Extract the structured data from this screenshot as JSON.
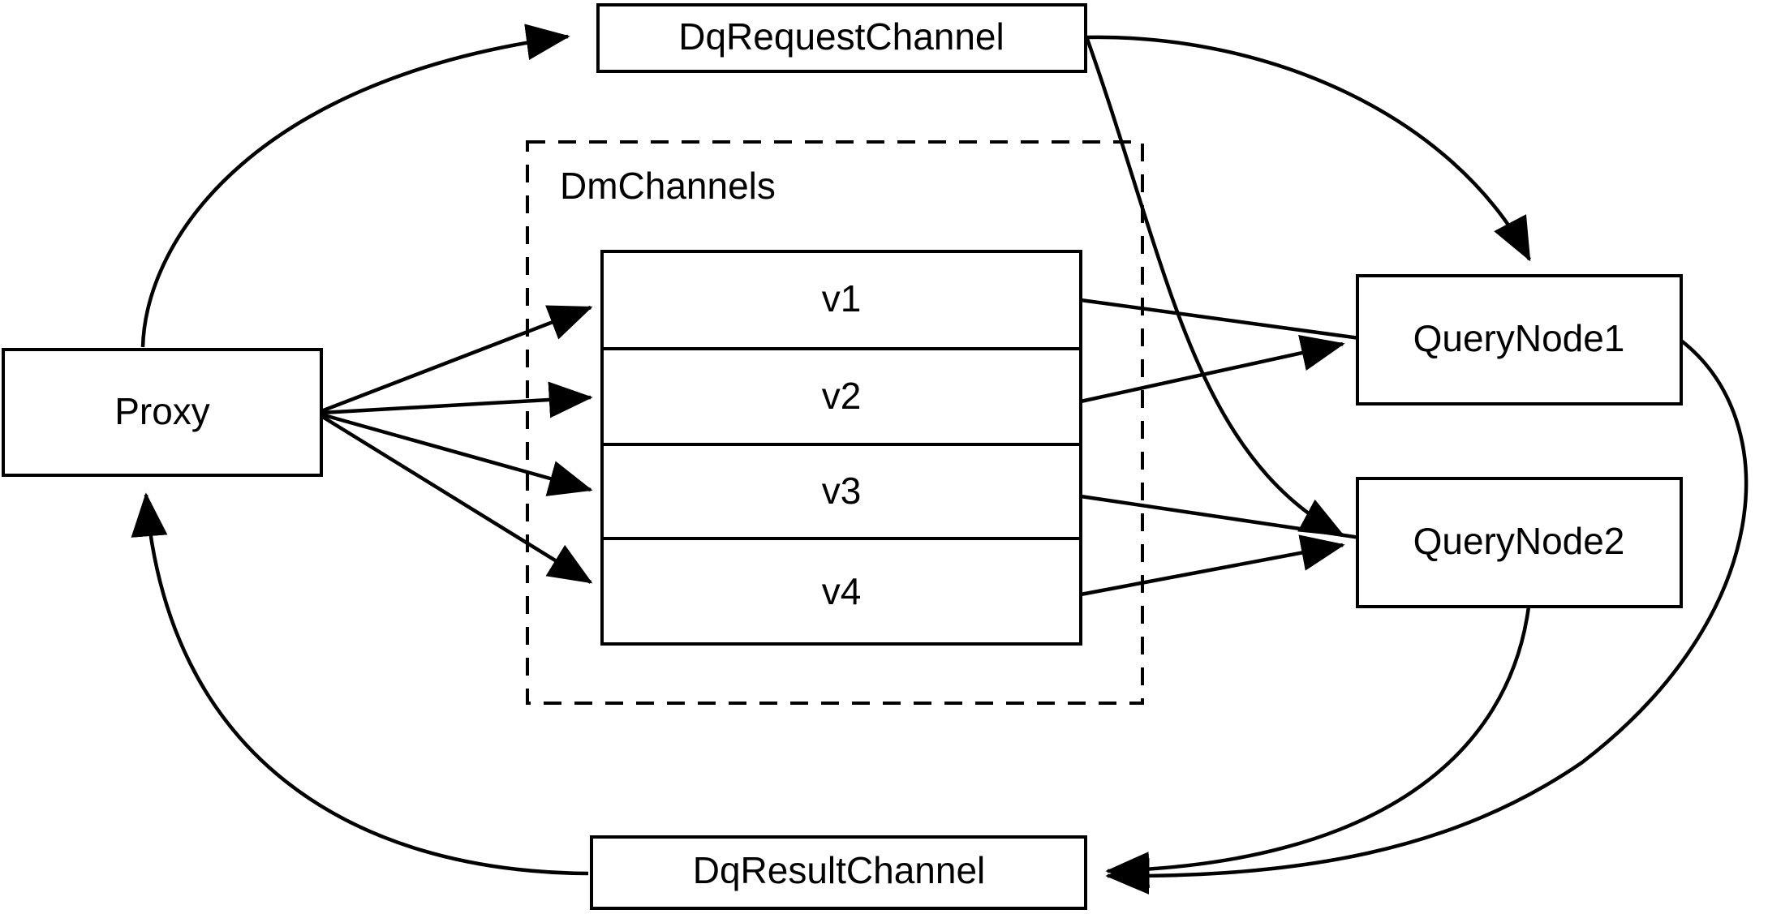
{
  "diagram": {
    "title": "Milvus distributed query routing diagram",
    "background_color": "#ffffff",
    "stroke_color": "#000000",
    "nodes": {
      "proxy": {
        "label": "Proxy"
      },
      "dq_request_channel": {
        "label": "DqRequestChannel"
      },
      "dq_result_channel": {
        "label": "DqResultChannel"
      },
      "query_node_1": {
        "label": "QueryNode1"
      },
      "query_node_2": {
        "label": "QueryNode2"
      }
    },
    "group": {
      "label": "DmChannels",
      "style": "dashed",
      "channels": [
        {
          "label": "v1"
        },
        {
          "label": "v2"
        },
        {
          "label": "v3"
        },
        {
          "label": "v4"
        }
      ]
    },
    "edges": [
      {
        "from": "Proxy",
        "to": "DqRequestChannel",
        "style": "curved-arrow"
      },
      {
        "from": "DqRequestChannel",
        "to": "QueryNode1",
        "style": "curved-arrow"
      },
      {
        "from": "DqRequestChannel",
        "to": "QueryNode2",
        "style": "curved-arrow"
      },
      {
        "from": "Proxy",
        "to": "v1",
        "style": "straight-arrow"
      },
      {
        "from": "Proxy",
        "to": "v2",
        "style": "straight-arrow"
      },
      {
        "from": "Proxy",
        "to": "v3",
        "style": "straight-arrow"
      },
      {
        "from": "Proxy",
        "to": "v4",
        "style": "straight-arrow"
      },
      {
        "from": "v1",
        "to": "QueryNode1",
        "style": "straight-arrow"
      },
      {
        "from": "v2",
        "to": "QueryNode1",
        "style": "straight-arrow"
      },
      {
        "from": "v3",
        "to": "QueryNode2",
        "style": "straight-arrow"
      },
      {
        "from": "v4",
        "to": "QueryNode2",
        "style": "straight-arrow"
      },
      {
        "from": "QueryNode1",
        "to": "DqResultChannel",
        "style": "curved-arrow"
      },
      {
        "from": "QueryNode2",
        "to": "DqResultChannel",
        "style": "curved-arrow"
      },
      {
        "from": "DqResultChannel",
        "to": "Proxy",
        "style": "curved-arrow"
      }
    ]
  }
}
